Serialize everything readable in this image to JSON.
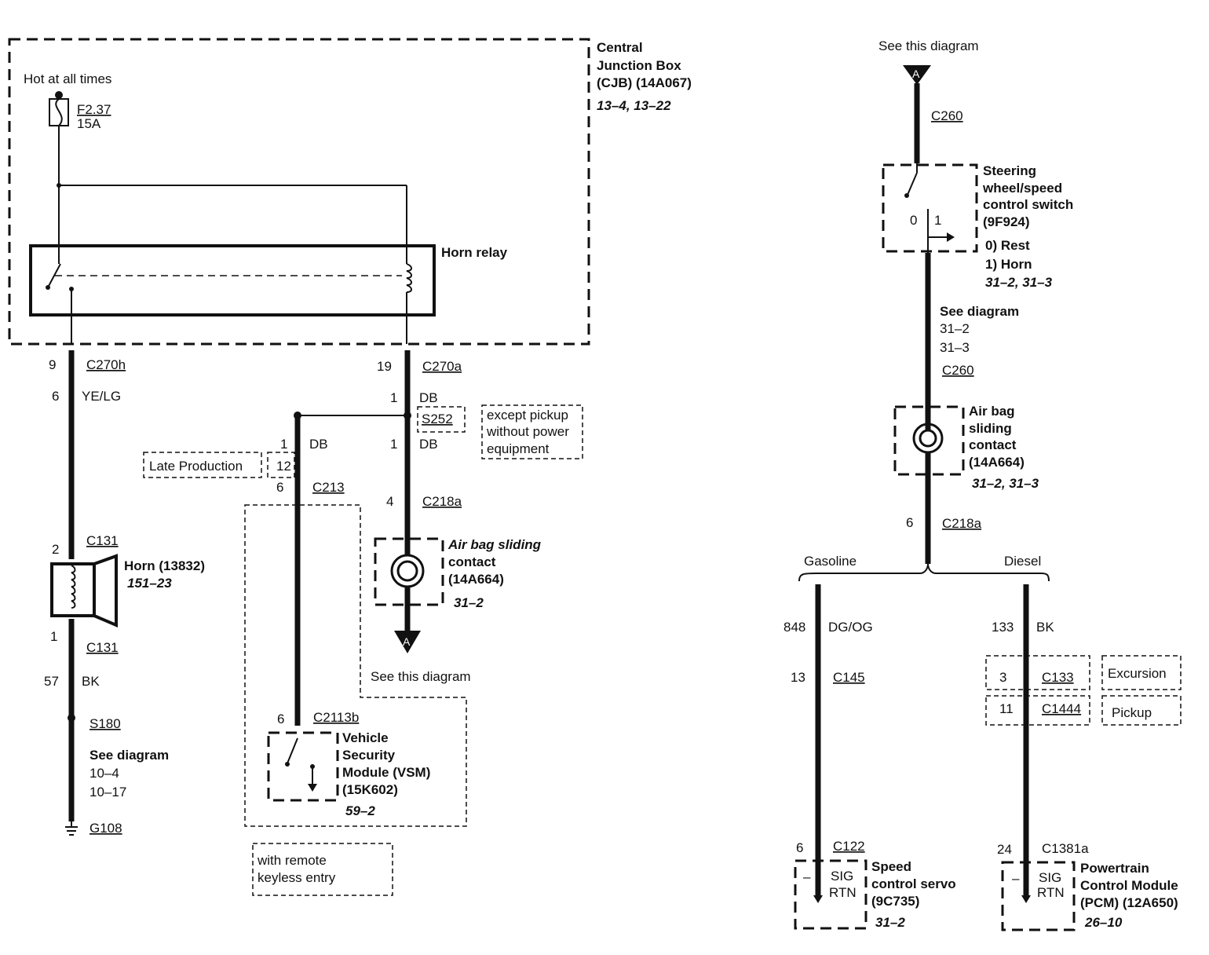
{
  "cjb": {
    "title1": "Central",
    "title2": "Junction Box",
    "title3": "(CJB) (14A067)",
    "refs": "13–4, 13–22"
  },
  "power": {
    "hot_label": "Hot at all times",
    "fuse": "F2.37",
    "fuse_rating": "15A"
  },
  "relay": {
    "label": "Horn relay"
  },
  "left_circuit": {
    "pin_c270h": "9",
    "c270h": "C270h",
    "wire_no": "6",
    "wire_color": "YE/LG",
    "pin_c131_top": "2",
    "c131_top": "C131",
    "horn1": "Horn (13832)",
    "horn_ref": "151–23",
    "pin_c131_bot": "1",
    "c131_bot": "C131",
    "gnd_wire_no": "57",
    "gnd_wire_color": "BK",
    "splice": "S180",
    "see1": "See diagram",
    "see_ref1": "10–4",
    "see_ref2": "10–17",
    "ground": "G108"
  },
  "center_circuit": {
    "pin_c270a": "19",
    "c270a": "C270a",
    "wire1_no": "1",
    "wire1_color": "DB",
    "splice": "S252",
    "note1": "except pickup",
    "note2": "without power",
    "note3": "equipment",
    "branch_no": "1",
    "branch_color": "DB",
    "late_prod": "Late Production",
    "late_pin": "12",
    "pin_c213": "6",
    "c213": "C213",
    "wire2_no": "1",
    "wire2_color": "DB",
    "pin_c218a": "4",
    "c218a": "C218a",
    "airbag1": "Air bag sliding",
    "airbag2": "contact",
    "airbag3": "(14A664)",
    "airbag_ref": "31–2",
    "arrow_letter": "A",
    "see_this": "See this diagram",
    "pin_c2113b": "6",
    "c2113b": "C2113b",
    "vsm1": "Vehicle",
    "vsm2": "Security",
    "vsm3": "Module (VSM)",
    "vsm4": "(15K602)",
    "vsm_ref": "59–2",
    "rke1": "with remote",
    "rke2": "keyless entry"
  },
  "right_circuit": {
    "see_this_top": "See this diagram",
    "arrow_letter": "A",
    "c260_top": "C260",
    "sw1": "Steering",
    "sw2": "wheel/speed",
    "sw3": "control switch",
    "sw4": "(9F924)",
    "pos0": "0",
    "pos1": "1",
    "rest": "0) Rest",
    "horn": "1) Horn",
    "sw_ref": "31–2, 31–3",
    "see_mid": "See diagram",
    "see_mid_ref1": "31–2",
    "see_mid_ref2": "31–3",
    "c260_bot": "C260",
    "ab1": "Air bag",
    "ab2": "sliding",
    "ab3": "contact",
    "ab4": "(14A664)",
    "ab_ref": "31–2, 31–3",
    "pin_c218a": "6",
    "c218a": "C218a",
    "gasoline": "Gasoline",
    "diesel": "Diesel",
    "gas_wire_no": "848",
    "gas_wire_color": "DG/OG",
    "gas_pin_c145": "13",
    "c145": "C145",
    "dsl_wire_no": "133",
    "dsl_wire_color": "BK",
    "dsl_pin_c133": "3",
    "c133": "C133",
    "excursion": "Excursion",
    "dsl_pin_c1444": "11",
    "c1444": "C1444",
    "pickup": "Pickup",
    "gas_pin_c122": "6",
    "c122": "C122",
    "dsl_pin_c1381a": "24",
    "c1381a": "C1381a",
    "sig": "SIG",
    "rtn": "RTN",
    "minus": "–",
    "servo1": "Speed",
    "servo2": "control servo",
    "servo3": "(9C735)",
    "servo_ref": "31–2",
    "pcm1": "Powertrain",
    "pcm2": "Control Module",
    "pcm3": "(PCM) (12A650)",
    "pcm_ref": "26–10"
  }
}
